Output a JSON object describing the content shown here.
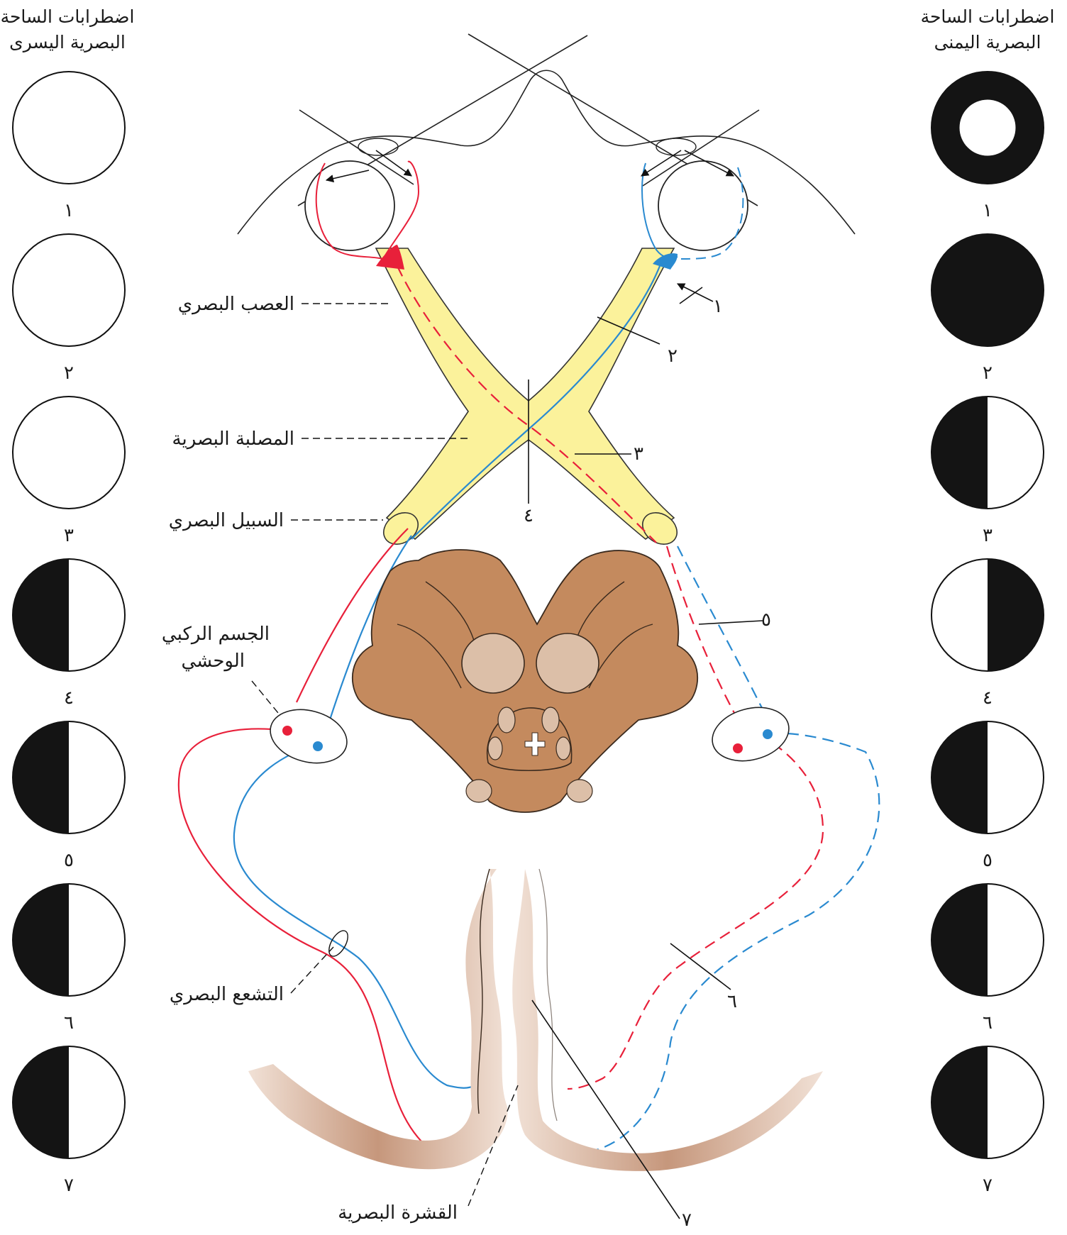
{
  "headers": {
    "left": [
      "اضطرابات الساحة",
      "البصرية اليسرى"
    ],
    "right": [
      "اضطرابات الساحة",
      "البصرية اليمنى"
    ]
  },
  "left_fields": [
    {
      "num": "١",
      "pattern": "clear"
    },
    {
      "num": "٢",
      "pattern": "clear"
    },
    {
      "num": "٣",
      "pattern": "clear"
    },
    {
      "num": "٤",
      "pattern": "left-half-dark"
    },
    {
      "num": "٥",
      "pattern": "left-half-dark"
    },
    {
      "num": "٦",
      "pattern": "left-half-dark"
    },
    {
      "num": "٧",
      "pattern": "left-half-dark"
    }
  ],
  "right_fields": [
    {
      "num": "١",
      "pattern": "ring"
    },
    {
      "num": "٢",
      "pattern": "full-dark"
    },
    {
      "num": "٣",
      "pattern": "left-half-dark"
    },
    {
      "num": "٤",
      "pattern": "right-half-dark"
    },
    {
      "num": "٥",
      "pattern": "left-half-dark"
    },
    {
      "num": "٦",
      "pattern": "left-half-dark"
    },
    {
      "num": "٧",
      "pattern": "left-half-dark"
    }
  ],
  "labels": {
    "optic_nerve": "العصب البصري",
    "optic_chiasm": "المصلبة البصرية",
    "optic_tract": "السبيل البصري",
    "lgn_line1": "الجسم الركبي",
    "lgn_line2": "الوحشي",
    "optic_radiation": "التشعع البصري",
    "visual_cortex": "القشرة البصرية"
  },
  "lesions": [
    "١",
    "٢",
    "٣",
    "٤",
    "٥",
    "٦",
    "٧"
  ],
  "colors": {
    "red_pathway": "#e8203a",
    "blue_pathway": "#2a8ad0",
    "nerve_fill": "#fbf29b",
    "brainstem_fill": "#c48a5e",
    "cortex_fill": "#c9967a",
    "nuclei_fill": "#dcbfa8",
    "field_dark": "#141414"
  }
}
